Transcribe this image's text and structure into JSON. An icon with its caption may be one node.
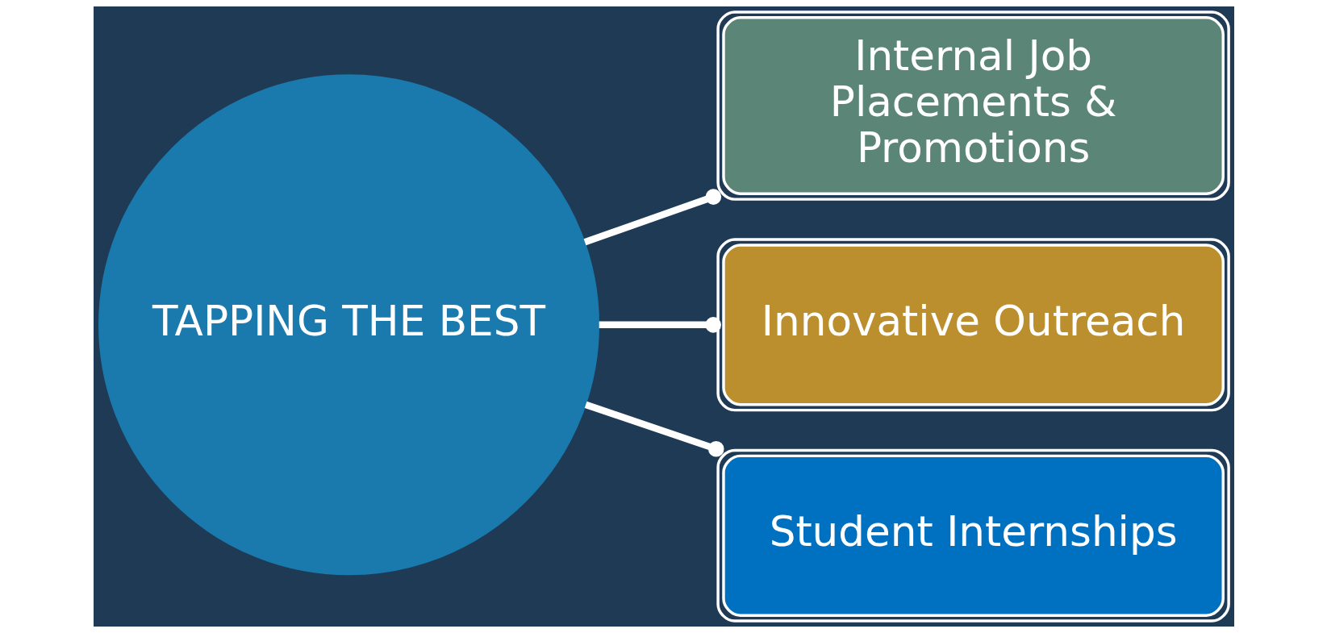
{
  "diagram": {
    "nodes": [
      {
        "text": [
          "TAPPING THE BEST"
        ]
      },
      {
        "text": [
          "Internal Job Placements & Promotions"
        ]
      },
      {
        "text": [
          "Innovative Outreach"
        ]
      },
      {
        "text": [
          "Student Internships"
        ]
      }
    ],
    "edges": [
      {
        "from": 0,
        "to": 1,
        "arrow": "other"
      },
      {
        "from": 0,
        "to": 2,
        "arrow": "other"
      },
      {
        "from": 0,
        "to": 3,
        "arrow": "other"
      }
    ]
  }
}
